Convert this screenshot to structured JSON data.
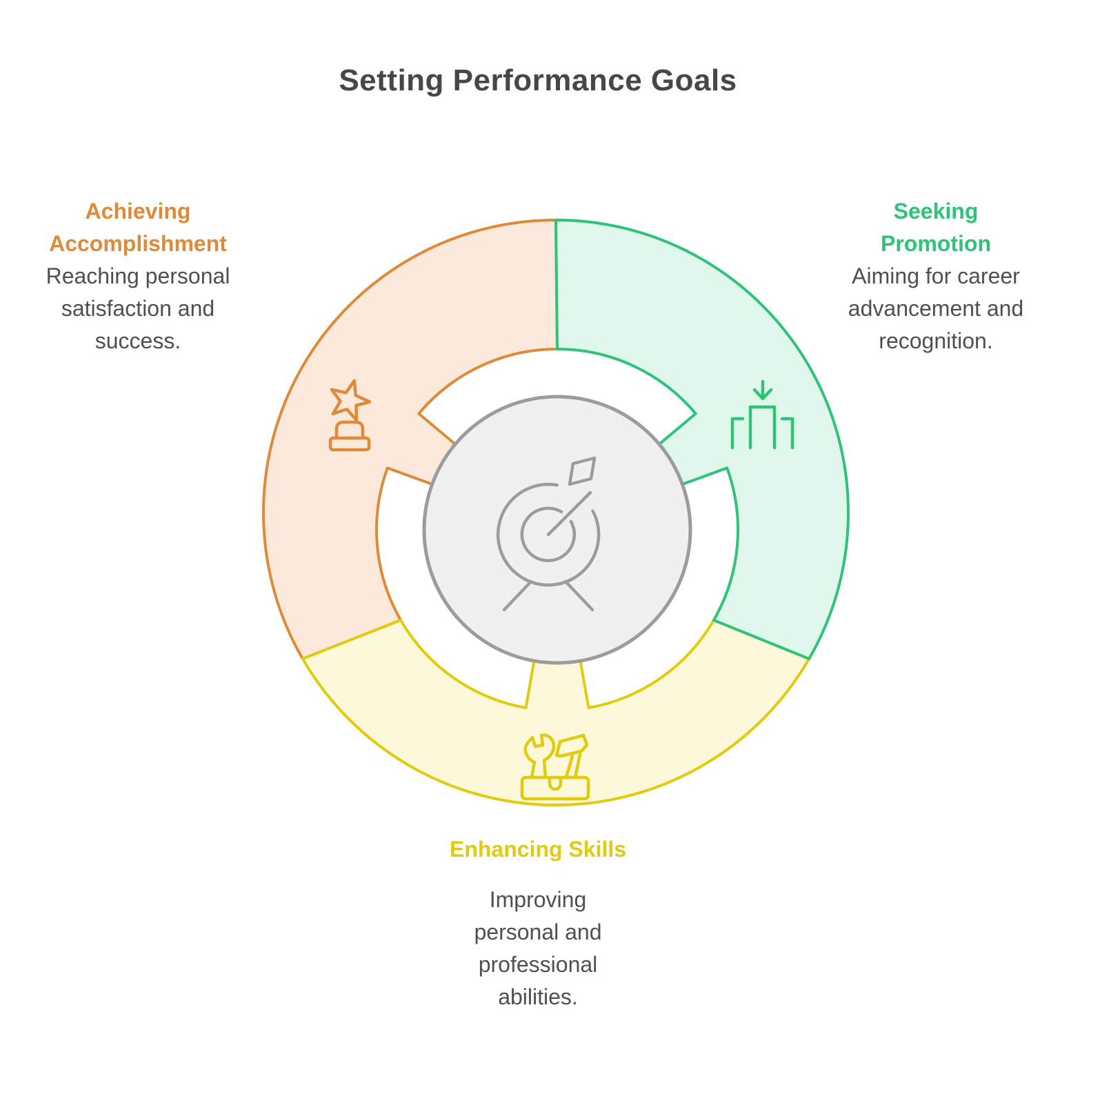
{
  "title": "Setting Performance Goals",
  "segments": [
    {
      "id": "achieving-accomplishment",
      "heading": "Achieving Accomplishment",
      "description": "Reaching personal satisfaction and success.",
      "icon": "trophy-star-icon",
      "text_position": "left",
      "stroke_color": "#DF8A38",
      "fill_color": "#FBE9DB",
      "arc_degrees": 120
    },
    {
      "id": "seeking-promotion",
      "heading": "Seeking Promotion",
      "description": "Aiming for career advancement and recognition.",
      "icon": "podium-down-arrow-icon",
      "text_position": "right",
      "stroke_color": "#2FC279",
      "fill_color": "#E0F7EB",
      "arc_degrees": 120
    },
    {
      "id": "enhancing-skills",
      "heading": "Enhancing Skills",
      "description": "Improving personal and professional abilities.",
      "icon": "toolbox-wrench-hammer-icon",
      "text_position": "bottom",
      "stroke_color": "#E2CB0C",
      "fill_color": "#FCF8D9",
      "arc_degrees": 120
    }
  ],
  "center": {
    "icon": "target-dart-icon",
    "fill_color": "#F0F0F0",
    "stroke_color": "#9C9C9C"
  },
  "background_color": "#FFFFFF",
  "title_color": "#474747",
  "body_text_color": "#4F4F4F"
}
